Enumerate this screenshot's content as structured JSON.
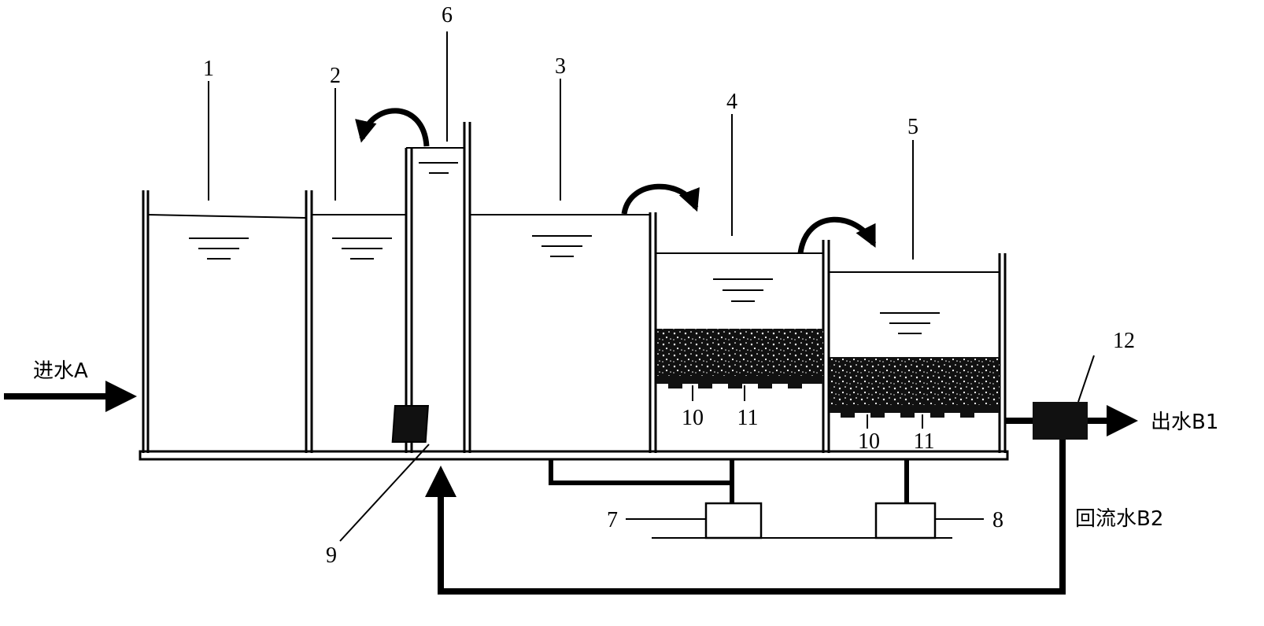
{
  "labels": {
    "n1": "1",
    "n2": "2",
    "n3": "3",
    "n4": "4",
    "n5": "5",
    "n6": "6",
    "n7": "7",
    "n8": "8",
    "n9": "9",
    "n10a": "10",
    "n11a": "11",
    "n10b": "10",
    "n11b": "11",
    "n12": "12",
    "inflow": "进水A",
    "outflow": "出水B1",
    "return_flow": "回流水B2"
  },
  "colors": {
    "line": "#000000",
    "background": "#ffffff"
  }
}
